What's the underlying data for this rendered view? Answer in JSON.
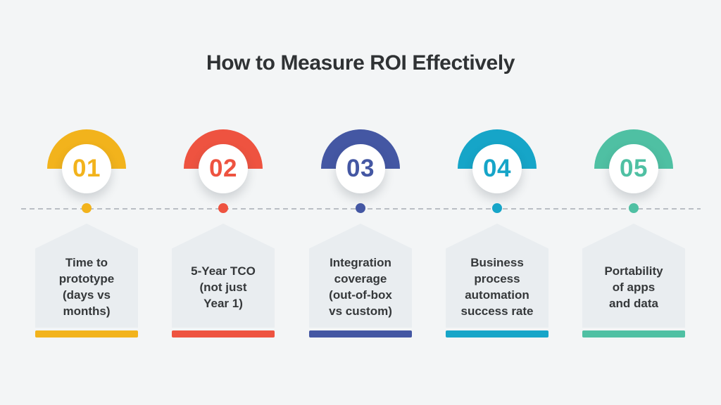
{
  "title": "How to Measure ROI Effectively",
  "colors": {
    "background": "#f3f5f6",
    "card": "#e9edf0",
    "text": "#35383a",
    "title": "#2f3234",
    "dash": "#b9bec4",
    "circle": "#ffffff"
  },
  "steps": [
    {
      "number": "01",
      "color": "#f2b31c",
      "label": "Time to\nprototype\n(days vs\nmonths)"
    },
    {
      "number": "02",
      "color": "#ee5340",
      "label": "5-Year TCO\n(not just\nYear 1)"
    },
    {
      "number": "03",
      "color": "#4457a3",
      "label": "Integration\ncoverage\n(out-of-box\nvs custom)"
    },
    {
      "number": "04",
      "color": "#16a5c8",
      "label": "Business\nprocess\nautomation\nsuccess rate"
    },
    {
      "number": "05",
      "color": "#4fc0a3",
      "label": "Portability\nof apps\nand data"
    }
  ]
}
